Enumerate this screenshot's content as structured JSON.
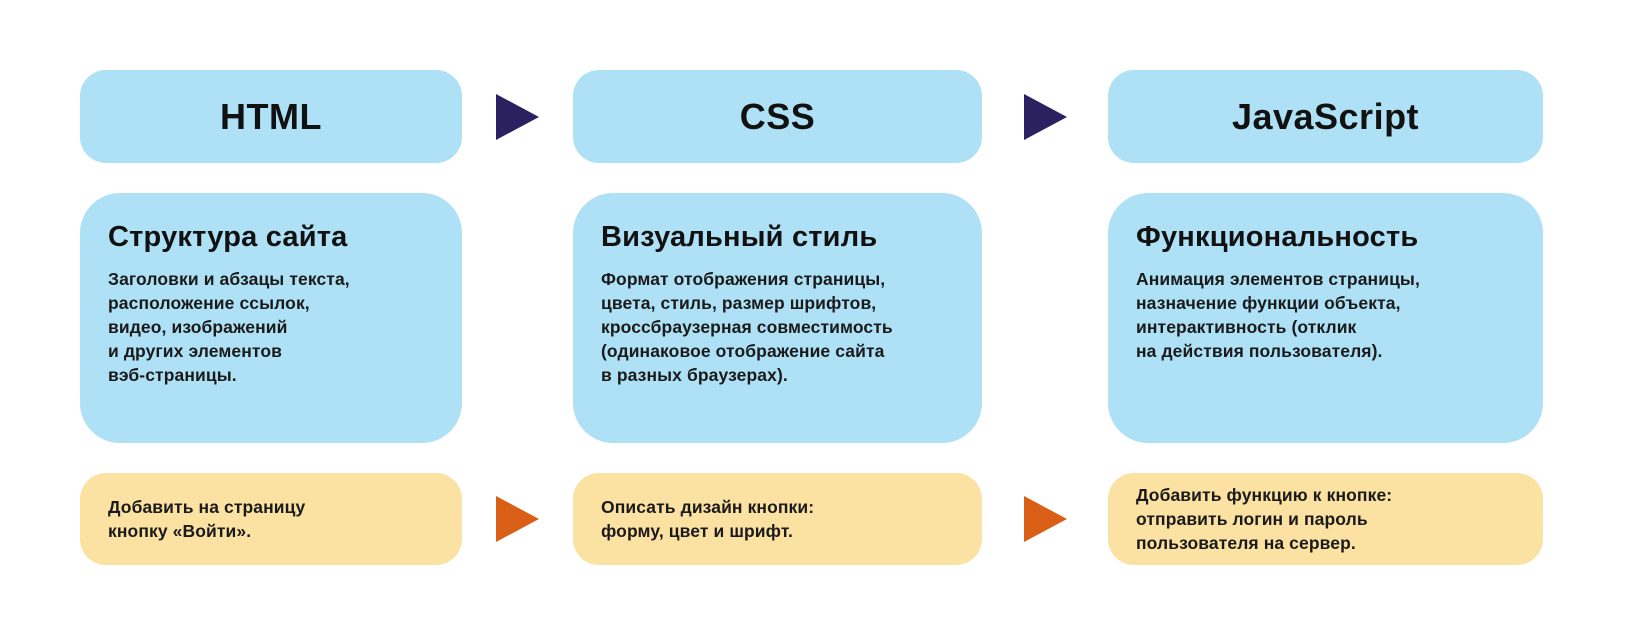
{
  "palette": {
    "box_blue": "#AEE1F5",
    "box_yellow": "#FBE1A2",
    "arrow_navy": "#2B2060",
    "arrow_orange": "#D95F17",
    "heading_text": "#111111",
    "body_text": "#1A1A1A",
    "background": "#FFFFFF"
  },
  "icons": {
    "flow_arrow_top": "triangle-right-navy",
    "flow_arrow_bottom": "triangle-right-orange"
  },
  "columns": [
    {
      "id": "html",
      "title": "HTML",
      "subtitle": "Структура сайта",
      "description": "Заголовки и абзацы текста,\nрасположение ссылок,\nвидео, изображений\nи других элементов\nвэб-страницы.",
      "example": "Добавить на страницу\nкнопку «Войти»."
    },
    {
      "id": "css",
      "title": "CSS",
      "subtitle": "Визуальный стиль",
      "description": "Формат отображения страницы,\nцвета, стиль, размер шрифтов,\nкроссбраузерная совместимость\n(одинаковое отображение сайта\nв разных браузерах).",
      "example": "Описать дизайн кнопки:\nформу, цвет и шрифт."
    },
    {
      "id": "javascript",
      "title": "JavaScript",
      "subtitle": "Функциональность",
      "description": "Анимация элементов страницы,\nназначение функции объекта,\nинтерактивность (отклик\nна действия пользователя).",
      "example": "Добавить функцию к кнопке:\nотправить логин и пароль\nпользователя на сервер."
    }
  ]
}
